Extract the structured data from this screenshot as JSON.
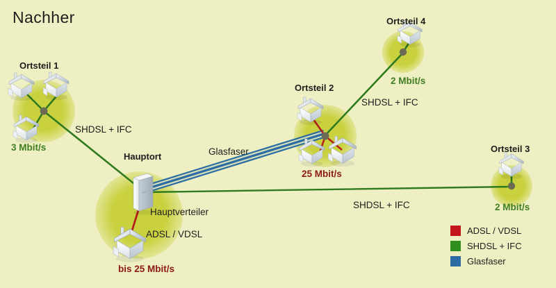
{
  "title": "Nachher",
  "colors": {
    "background": "#eef0c4",
    "halo": "#c8d03f",
    "adsl": "#c3161c",
    "shdsl": "#2f7a1e",
    "glasfaser": "#2b6ca3",
    "node": "#6b6b55",
    "text": "#1d1d1b",
    "speed_green": "#3f7d20",
    "speed_red": "#8c1a13"
  },
  "sites": [
    {
      "id": "ortsteil1",
      "name": "Ortsteil 1",
      "speed": "3 Mbit/s",
      "speed_color": "green",
      "houses": 3,
      "spoke_type": "shdsl"
    },
    {
      "id": "hauptort",
      "name": "Hauptort",
      "speed": "bis 25 Mbit/s",
      "speed_color": "red",
      "houses": 1,
      "node_label": "Hauptverteiler",
      "spoke_label": "ADSL / VDSL",
      "spoke_type": "adsl"
    },
    {
      "id": "ortsteil2",
      "name": "Ortsteil 2",
      "speed": "25 Mbit/s",
      "speed_color": "red",
      "houses": 3,
      "spoke_type": "adsl"
    },
    {
      "id": "ortsteil3",
      "name": "Ortsteil 3",
      "speed": "2 Mbit/s",
      "speed_color": "green",
      "houses": 1,
      "spoke_type": "shdsl"
    },
    {
      "id": "ortsteil4",
      "name": "Ortsteil 4",
      "speed": "2 Mbit/s",
      "speed_color": "green",
      "houses": 1,
      "spoke_type": "shdsl"
    }
  ],
  "links": [
    {
      "id": "hauptort-ortsteil1",
      "label": "SHDSL + IFC",
      "type": "shdsl"
    },
    {
      "id": "hauptort-ortsteil2",
      "label": "Glasfaser",
      "type": "glasfaser"
    },
    {
      "id": "hauptort-ortsteil3",
      "label": "SHDSL + IFC",
      "type": "shdsl"
    },
    {
      "id": "ortsteil2-ortsteil4",
      "label": "SHDSL + IFC",
      "type": "shdsl"
    }
  ],
  "legend": {
    "items": [
      {
        "label": "ADSL / VDSL",
        "color": "#c3161c"
      },
      {
        "label": "SHDSL + IFC",
        "color": "#2f7a1e"
      },
      {
        "label": "Glasfaser",
        "color": "#2b6ca3"
      }
    ]
  }
}
